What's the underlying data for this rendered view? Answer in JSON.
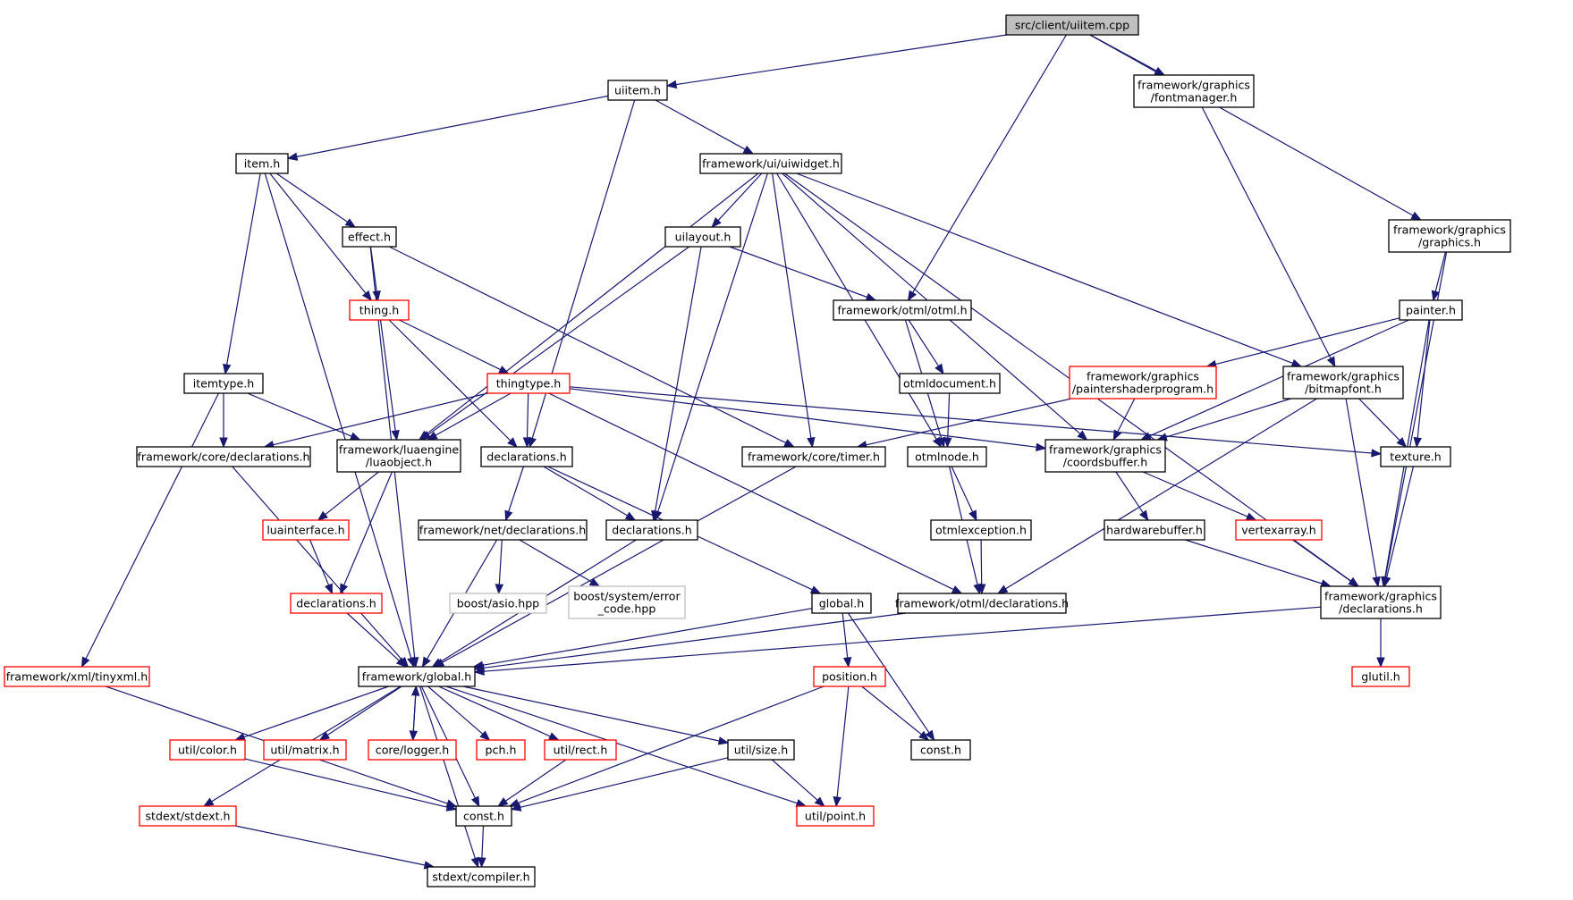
{
  "colors": {
    "root_fill": "#bfbfbf",
    "border_normal": "#000000",
    "border_truncated": "#ff0000",
    "border_external": "#bfbfbf",
    "edge": "#191970",
    "background": "#ffffff"
  },
  "nodes": [
    {
      "id": "uiitem_cpp",
      "lines": [
        "src/client/uiitem.cpp"
      ],
      "style": "root"
    },
    {
      "id": "uiitem_h",
      "lines": [
        "uiitem.h"
      ],
      "style": "normal"
    },
    {
      "id": "fontmanager_h",
      "lines": [
        "framework/graphics",
        "/fontmanager.h"
      ],
      "style": "normal"
    },
    {
      "id": "item_h",
      "lines": [
        "item.h"
      ],
      "style": "normal"
    },
    {
      "id": "uiwidget_h",
      "lines": [
        "framework/ui/uiwidget.h"
      ],
      "style": "normal"
    },
    {
      "id": "graphics_h",
      "lines": [
        "framework/graphics",
        "/graphics.h"
      ],
      "style": "normal"
    },
    {
      "id": "effect_h",
      "lines": [
        "effect.h"
      ],
      "style": "normal"
    },
    {
      "id": "uilayout_h",
      "lines": [
        "uilayout.h"
      ],
      "style": "normal"
    },
    {
      "id": "thing_h",
      "lines": [
        "thing.h"
      ],
      "style": "truncated"
    },
    {
      "id": "otml_h",
      "lines": [
        "framework/otml/otml.h"
      ],
      "style": "normal"
    },
    {
      "id": "painter_h",
      "lines": [
        "painter.h"
      ],
      "style": "normal"
    },
    {
      "id": "itemtype_h",
      "lines": [
        "itemtype.h"
      ],
      "style": "normal"
    },
    {
      "id": "thingtype_h",
      "lines": [
        "thingtype.h"
      ],
      "style": "truncated"
    },
    {
      "id": "otmldocument_h",
      "lines": [
        "otmldocument.h"
      ],
      "style": "normal"
    },
    {
      "id": "paintershaderprogram_h",
      "lines": [
        "framework/graphics",
        "/paintershaderprogram.h"
      ],
      "style": "truncated"
    },
    {
      "id": "bitmapfont_h",
      "lines": [
        "framework/graphics",
        "/bitmapfont.h"
      ],
      "style": "normal"
    },
    {
      "id": "core_declarations_h",
      "lines": [
        "framework/core/declarations.h"
      ],
      "style": "normal"
    },
    {
      "id": "luaobject_h",
      "lines": [
        "framework/luaengine",
        "/luaobject.h"
      ],
      "style": "normal"
    },
    {
      "id": "declarations_h_a",
      "lines": [
        "declarations.h"
      ],
      "style": "normal"
    },
    {
      "id": "timer_h",
      "lines": [
        "framework/core/timer.h"
      ],
      "style": "normal"
    },
    {
      "id": "otmlnode_h",
      "lines": [
        "otmlnode.h"
      ],
      "style": "normal"
    },
    {
      "id": "coordsbuffer_h",
      "lines": [
        "framework/graphics",
        "/coordsbuffer.h"
      ],
      "style": "normal"
    },
    {
      "id": "texture_h",
      "lines": [
        "texture.h"
      ],
      "style": "normal"
    },
    {
      "id": "luainterface_h",
      "lines": [
        "luainterface.h"
      ],
      "style": "truncated"
    },
    {
      "id": "net_declarations_h",
      "lines": [
        "framework/net/declarations.h"
      ],
      "style": "normal"
    },
    {
      "id": "declarations_h_b",
      "lines": [
        "declarations.h"
      ],
      "style": "normal"
    },
    {
      "id": "otmlexception_h",
      "lines": [
        "otmlexception.h"
      ],
      "style": "normal"
    },
    {
      "id": "hardwarebuffer_h",
      "lines": [
        "hardwarebuffer.h"
      ],
      "style": "normal"
    },
    {
      "id": "vertexarray_h",
      "lines": [
        "vertexarray.h"
      ],
      "style": "truncated"
    },
    {
      "id": "declarations_h_c",
      "lines": [
        "declarations.h"
      ],
      "style": "truncated"
    },
    {
      "id": "boost_asio_hpp",
      "lines": [
        "boost/asio.hpp"
      ],
      "style": "external"
    },
    {
      "id": "boost_error_code_hpp",
      "lines": [
        "boost/system/error",
        "_code.hpp"
      ],
      "style": "external"
    },
    {
      "id": "global_h",
      "lines": [
        "global.h"
      ],
      "style": "normal"
    },
    {
      "id": "otml_declarations_h",
      "lines": [
        "framework/otml/declarations.h"
      ],
      "style": "normal"
    },
    {
      "id": "graphics_declarations_h",
      "lines": [
        "framework/graphics",
        "/declarations.h"
      ],
      "style": "normal"
    },
    {
      "id": "tinyxml_h",
      "lines": [
        "framework/xml/tinyxml.h"
      ],
      "style": "truncated"
    },
    {
      "id": "framework_global_h",
      "lines": [
        "framework/global.h"
      ],
      "style": "normal"
    },
    {
      "id": "position_h",
      "lines": [
        "position.h"
      ],
      "style": "truncated"
    },
    {
      "id": "glutil_h",
      "lines": [
        "glutil.h"
      ],
      "style": "truncated"
    },
    {
      "id": "color_h",
      "lines": [
        "util/color.h"
      ],
      "style": "truncated"
    },
    {
      "id": "matrix_h",
      "lines": [
        "util/matrix.h"
      ],
      "style": "truncated"
    },
    {
      "id": "logger_h",
      "lines": [
        "core/logger.h"
      ],
      "style": "truncated"
    },
    {
      "id": "pch_h",
      "lines": [
        "pch.h"
      ],
      "style": "truncated"
    },
    {
      "id": "rect_h",
      "lines": [
        "util/rect.h"
      ],
      "style": "truncated"
    },
    {
      "id": "size_h",
      "lines": [
        "util/size.h"
      ],
      "style": "normal"
    },
    {
      "id": "const_h_right",
      "lines": [
        "const.h"
      ],
      "style": "normal"
    },
    {
      "id": "stdext_h",
      "lines": [
        "stdext/stdext.h"
      ],
      "style": "truncated"
    },
    {
      "id": "const_h",
      "lines": [
        "const.h"
      ],
      "style": "normal"
    },
    {
      "id": "point_h",
      "lines": [
        "util/point.h"
      ],
      "style": "truncated"
    },
    {
      "id": "compiler_h",
      "lines": [
        "stdext/compiler.h"
      ],
      "style": "normal"
    }
  ],
  "edges": [
    [
      "uiitem_cpp",
      "uiitem_h"
    ],
    [
      "uiitem_cpp",
      "fontmanager_h"
    ],
    [
      "uiitem_cpp",
      "graphics_h"
    ],
    [
      "uiitem_cpp",
      "otml_h"
    ],
    [
      "uiitem_h",
      "item_h"
    ],
    [
      "uiitem_h",
      "uiwidget_h"
    ],
    [
      "uiitem_h",
      "declarations_h_a"
    ],
    [
      "fontmanager_h",
      "bitmapfont_h"
    ],
    [
      "item_h",
      "effect_h"
    ],
    [
      "item_h",
      "thing_h"
    ],
    [
      "item_h",
      "itemtype_h"
    ],
    [
      "item_h",
      "framework_global_h"
    ],
    [
      "uiwidget_h",
      "uilayout_h"
    ],
    [
      "uiwidget_h",
      "luaobject_h"
    ],
    [
      "uiwidget_h",
      "declarations_h_b"
    ],
    [
      "uiwidget_h",
      "timer_h"
    ],
    [
      "uiwidget_h",
      "otmlnode_h"
    ],
    [
      "uiwidget_h",
      "coordsbuffer_h"
    ],
    [
      "uiwidget_h",
      "bitmapfont_h"
    ],
    [
      "uiwidget_h",
      "graphics_declarations_h"
    ],
    [
      "graphics_h",
      "painter_h"
    ],
    [
      "graphics_h",
      "graphics_declarations_h"
    ],
    [
      "effect_h",
      "thing_h"
    ],
    [
      "effect_h",
      "timer_h"
    ],
    [
      "effect_h",
      "framework_global_h"
    ],
    [
      "uilayout_h",
      "otml_h"
    ],
    [
      "uilayout_h",
      "luaobject_h"
    ],
    [
      "uilayout_h",
      "declarations_h_b"
    ],
    [
      "thing_h",
      "thingtype_h"
    ],
    [
      "thing_h",
      "luaobject_h"
    ],
    [
      "thing_h",
      "declarations_h_a"
    ],
    [
      "otml_h",
      "otmldocument_h"
    ],
    [
      "otml_h",
      "otmlnode_h"
    ],
    [
      "painter_h",
      "paintershaderprogram_h"
    ],
    [
      "painter_h",
      "coordsbuffer_h"
    ],
    [
      "painter_h",
      "texture_h"
    ],
    [
      "painter_h",
      "graphics_declarations_h"
    ],
    [
      "itemtype_h",
      "core_declarations_h"
    ],
    [
      "itemtype_h",
      "luaobject_h"
    ],
    [
      "itemtype_h",
      "tinyxml_h"
    ],
    [
      "thingtype_h",
      "core_declarations_h"
    ],
    [
      "thingtype_h",
      "luaobject_h"
    ],
    [
      "thingtype_h",
      "declarations_h_a"
    ],
    [
      "thingtype_h",
      "coordsbuffer_h"
    ],
    [
      "thingtype_h",
      "texture_h"
    ],
    [
      "thingtype_h",
      "otml_declarations_h"
    ],
    [
      "otmldocument_h",
      "otmlnode_h"
    ],
    [
      "paintershaderprogram_h",
      "coordsbuffer_h"
    ],
    [
      "paintershaderprogram_h",
      "timer_h"
    ],
    [
      "bitmapfont_h",
      "coordsbuffer_h"
    ],
    [
      "bitmapfont_h",
      "texture_h"
    ],
    [
      "bitmapfont_h",
      "graphics_declarations_h"
    ],
    [
      "bitmapfont_h",
      "otml_declarations_h"
    ],
    [
      "core_declarations_h",
      "framework_global_h"
    ],
    [
      "luaobject_h",
      "luainterface_h"
    ],
    [
      "luaobject_h",
      "declarations_h_c"
    ],
    [
      "declarations_h_a",
      "net_declarations_h"
    ],
    [
      "declarations_h_a",
      "declarations_h_b"
    ],
    [
      "declarations_h_a",
      "global_h"
    ],
    [
      "timer_h",
      "framework_global_h"
    ],
    [
      "otmlnode_h",
      "otmlexception_h"
    ],
    [
      "otmlnode_h",
      "otml_declarations_h"
    ],
    [
      "coordsbuffer_h",
      "hardwarebuffer_h"
    ],
    [
      "coordsbuffer_h",
      "vertexarray_h"
    ],
    [
      "texture_h",
      "graphics_declarations_h"
    ],
    [
      "luainterface_h",
      "declarations_h_c"
    ],
    [
      "net_declarations_h",
      "boost_asio_hpp"
    ],
    [
      "net_declarations_h",
      "boost_error_code_hpp"
    ],
    [
      "net_declarations_h",
      "framework_global_h"
    ],
    [
      "declarations_h_b",
      "framework_global_h"
    ],
    [
      "otmlexception_h",
      "otml_declarations_h"
    ],
    [
      "hardwarebuffer_h",
      "graphics_declarations_h"
    ],
    [
      "vertexarray_h",
      "graphics_declarations_h"
    ],
    [
      "declarations_h_c",
      "framework_global_h"
    ],
    [
      "global_h",
      "framework_global_h"
    ],
    [
      "global_h",
      "position_h"
    ],
    [
      "global_h",
      "const_h_right"
    ],
    [
      "otml_declarations_h",
      "framework_global_h"
    ],
    [
      "graphics_declarations_h",
      "framework_global_h"
    ],
    [
      "graphics_declarations_h",
      "glutil_h"
    ],
    [
      "tinyxml_h",
      "const_h"
    ],
    [
      "framework_global_h",
      "color_h"
    ],
    [
      "framework_global_h",
      "matrix_h"
    ],
    [
      "framework_global_h",
      "logger_h"
    ],
    [
      "framework_global_h",
      "pch_h"
    ],
    [
      "framework_global_h",
      "rect_h"
    ],
    [
      "framework_global_h",
      "size_h"
    ],
    [
      "framework_global_h",
      "point_h"
    ],
    [
      "framework_global_h",
      "stdext_h"
    ],
    [
      "framework_global_h",
      "const_h"
    ],
    [
      "framework_global_h",
      "compiler_h"
    ],
    [
      "logger_h",
      "framework_global_h"
    ],
    [
      "position_h",
      "const_h_right"
    ],
    [
      "position_h",
      "point_h"
    ],
    [
      "position_h",
      "const_h"
    ],
    [
      "color_h",
      "const_h"
    ],
    [
      "rect_h",
      "const_h"
    ],
    [
      "size_h",
      "const_h"
    ],
    [
      "size_h",
      "point_h"
    ],
    [
      "stdext_h",
      "compiler_h"
    ],
    [
      "const_h",
      "compiler_h"
    ]
  ]
}
